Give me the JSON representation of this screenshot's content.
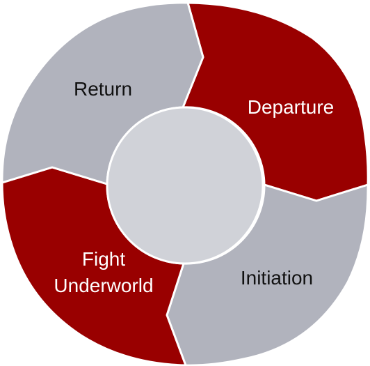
{
  "diagram": {
    "type": "cycle",
    "colors": {
      "red": "#990000",
      "gray": "#b1b3bd",
      "center": "#d0d2d8",
      "red_text": "#ffffff",
      "gray_text": "#111111"
    },
    "segments": [
      {
        "id": "departure",
        "label_lines": [
          "Departure"
        ],
        "fill": "red"
      },
      {
        "id": "initiation",
        "label_lines": [
          "Initiation"
        ],
        "fill": "gray"
      },
      {
        "id": "fight-underworld",
        "label_lines": [
          "Fight",
          "Underworld"
        ],
        "fill": "red"
      },
      {
        "id": "return",
        "label_lines": [
          "Return"
        ],
        "fill": "gray"
      }
    ]
  }
}
